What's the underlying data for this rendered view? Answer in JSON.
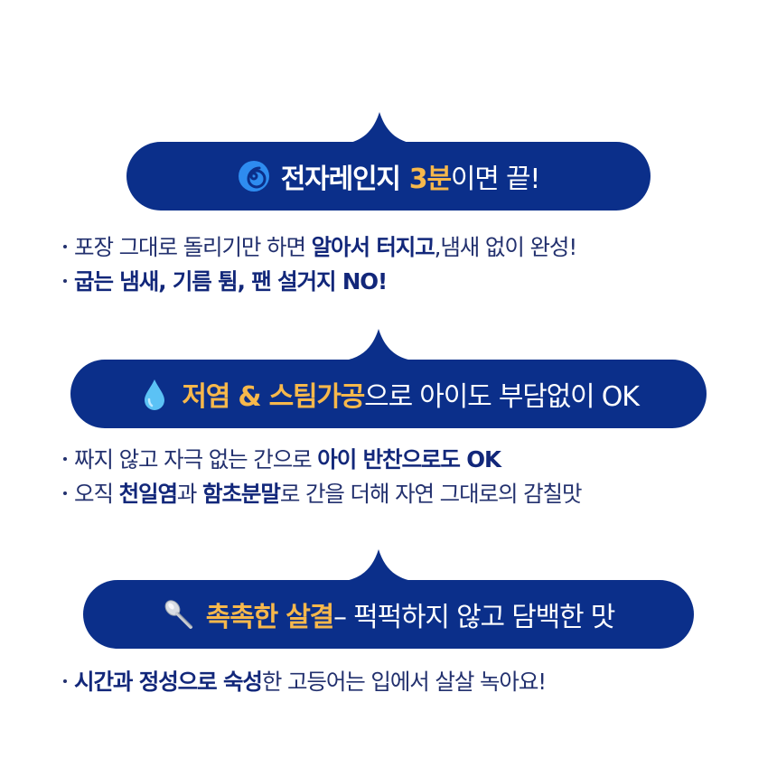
{
  "colors": {
    "bubble_bg": "#0b2f8a",
    "highlight_gold": "#f7b84b",
    "text_navy": "#22306e",
    "bold_navy": "#12277a",
    "white": "#ffffff"
  },
  "sections": [
    {
      "icon": "cyclone-icon",
      "headline": {
        "bold_part": "전자레인지",
        "highlight": "3분",
        "rest": "이면 끝!"
      },
      "bullets": [
        {
          "segments": [
            {
              "text": "포장 그대로 돌리기만 하면 ",
              "bold": false
            },
            {
              "text": "알아서 터지고",
              "bold": true
            },
            {
              "text": ",냄새 없이 완성!",
              "bold": false
            }
          ]
        },
        {
          "segments": [
            {
              "text": "굽는 냄새, 기름 튐, 팬 설거지 NO!",
              "bold": true
            }
          ]
        }
      ]
    },
    {
      "icon": "water-drop-icon",
      "headline": {
        "highlight": "저염 & 스팀가공",
        "rest": "으로 아이도 부담없이 OK"
      },
      "bullets": [
        {
          "segments": [
            {
              "text": "짜지 않고 자극 없는 간으로 ",
              "bold": false
            },
            {
              "text": "아이 반찬으로도 OK",
              "bold": true
            }
          ]
        },
        {
          "segments": [
            {
              "text": "오직 ",
              "bold": false
            },
            {
              "text": "천일염",
              "bold": true
            },
            {
              "text": "과 ",
              "bold": false
            },
            {
              "text": "함초분말",
              "bold": true
            },
            {
              "text": "로 간을 더해 자연 그대로의 감칠맛",
              "bold": false
            }
          ]
        }
      ]
    },
    {
      "icon": "spoon-icon",
      "headline": {
        "highlight": "촉촉한 살결",
        "rest": " – 퍽퍽하지 않고 담백한 맛"
      },
      "bullets": [
        {
          "segments": [
            {
              "text": "시간과 정성으로 숙성",
              "bold": true
            },
            {
              "text": "한 고등어는 입에서 살살 녹아요!",
              "bold": false
            }
          ]
        }
      ]
    }
  ]
}
